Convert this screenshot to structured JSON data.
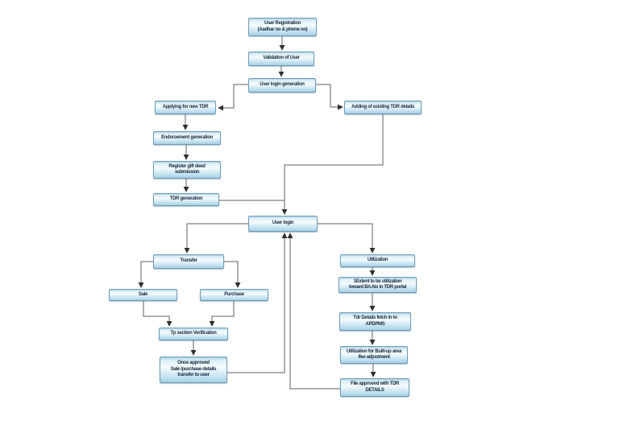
{
  "flowchart": {
    "description": "TDR user registration, transfer and utilization process flowchart",
    "colors": {
      "background": "#ffffff",
      "node_fill_light": "#f5fbfd",
      "node_fill_dark": "#a6d0e5",
      "node_border": "#6f9cb7",
      "node_text": "#16293c",
      "connector_line": "#5f5f5f",
      "arrowhead": "#2f2f2f"
    },
    "nodes": [
      {
        "id": "user-registration",
        "label": "User Registration\n(Aadhar no & phone no)"
      },
      {
        "id": "validation-of-user",
        "label": "Validation of User"
      },
      {
        "id": "user-login-generation",
        "label": "User login generation"
      },
      {
        "id": "applying-for-new-tdr",
        "label": "Applying for new TDR"
      },
      {
        "id": "adding-existing-tdr-details",
        "label": "Adding of existing TDR details"
      },
      {
        "id": "endorsement-generation",
        "label": "Endorsement generation"
      },
      {
        "id": "register-gift-deed-submission",
        "label": "Register gift deed\nsubmission"
      },
      {
        "id": "tdr-generation",
        "label": "TDR generation"
      },
      {
        "id": "user-login",
        "label": "User login"
      },
      {
        "id": "transfer",
        "label": "Transfer"
      },
      {
        "id": "sale",
        "label": "Sale"
      },
      {
        "id": "purchase",
        "label": "Purchase"
      },
      {
        "id": "tp-section-verification",
        "label": "Tp section Verification"
      },
      {
        "id": "once-approved",
        "label": "Once approved\nSale /purchase details\ntransfer to user"
      },
      {
        "id": "utilization",
        "label": "Utilization"
      },
      {
        "id": "extent-utilization",
        "label": "1Extent to be utilization\ntoward BA.No in TDR portal"
      },
      {
        "id": "tdr-details-fetch",
        "label": "Tdr Details fetch in to\nAPDPMS"
      },
      {
        "id": "utilization-built-up",
        "label": "Utilization for Built-up area\n/fee adjustment"
      },
      {
        "id": "file-approved",
        "label": "File approved with TDR\nDETAILS"
      }
    ],
    "connections": [
      {
        "from": "user-registration",
        "to": "validation-of-user"
      },
      {
        "from": "validation-of-user",
        "to": "user-login-generation"
      },
      {
        "from": "user-login-generation",
        "to": "applying-for-new-tdr"
      },
      {
        "from": "user-login-generation",
        "to": "adding-existing-tdr-details"
      },
      {
        "from": "applying-for-new-tdr",
        "to": "endorsement-generation"
      },
      {
        "from": "endorsement-generation",
        "to": "register-gift-deed-submission"
      },
      {
        "from": "register-gift-deed-submission",
        "to": "tdr-generation"
      },
      {
        "from": "tdr-generation",
        "to": "user-login"
      },
      {
        "from": "adding-existing-tdr-details",
        "to": "user-login"
      },
      {
        "from": "user-login",
        "to": "transfer"
      },
      {
        "from": "user-login",
        "to": "utilization"
      },
      {
        "from": "transfer",
        "to": "sale"
      },
      {
        "from": "transfer",
        "to": "purchase"
      },
      {
        "from": "sale",
        "to": "tp-section-verification"
      },
      {
        "from": "purchase",
        "to": "tp-section-verification"
      },
      {
        "from": "tp-section-verification",
        "to": "once-approved"
      },
      {
        "from": "once-approved",
        "to": "user-login"
      },
      {
        "from": "file-approved",
        "to": "user-login"
      },
      {
        "from": "utilization",
        "to": "extent-utilization"
      },
      {
        "from": "extent-utilization",
        "to": "tdr-details-fetch"
      },
      {
        "from": "tdr-details-fetch",
        "to": "utilization-built-up"
      },
      {
        "from": "utilization-built-up",
        "to": "file-approved"
      }
    ]
  }
}
